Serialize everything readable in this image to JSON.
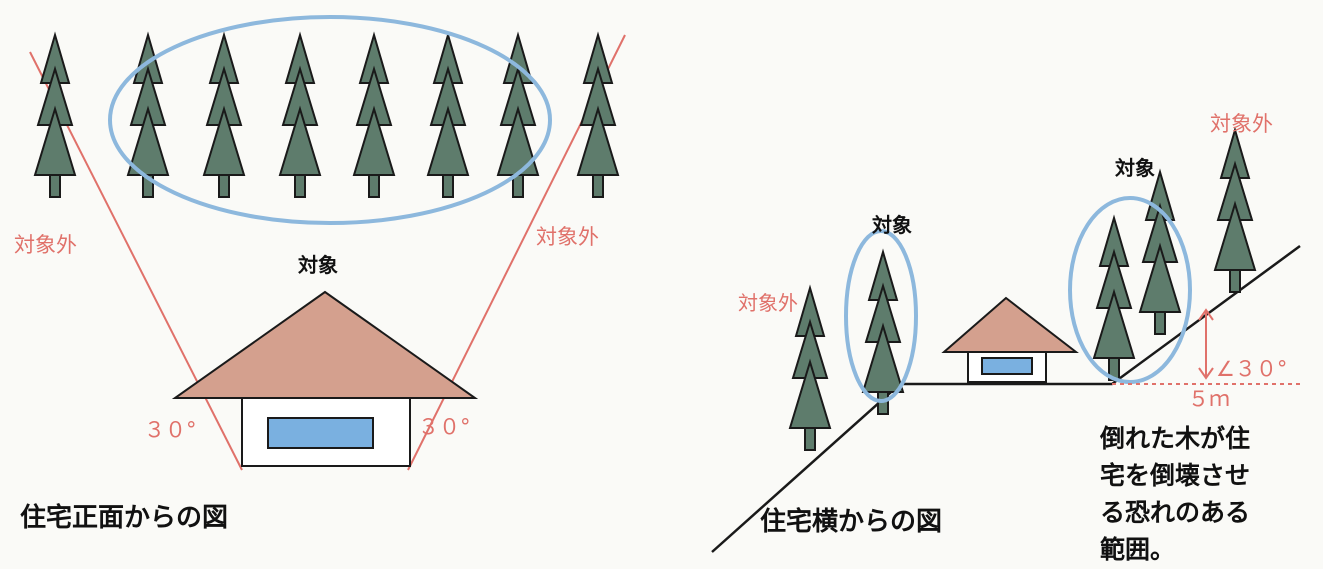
{
  "colors": {
    "tree": "#5e7c6c",
    "tree_outline": "#1a1a1a",
    "roof": "#d4a08e",
    "window": "#7ab0e0",
    "ellipse": "#8db8dd",
    "red_line": "#e0716a",
    "red_text": "#e0716a",
    "black_text": "#111111",
    "background": "#fafaf7"
  },
  "front_view": {
    "caption": "住宅正面からの図",
    "target_label": "対象",
    "outside_left": "対象外",
    "outside_right": "対象外",
    "angle_left": "３０°",
    "angle_right": "３０°"
  },
  "side_view": {
    "caption": "住宅横からの図",
    "target_label_left": "対象",
    "target_label_right": "対象",
    "outside_left": "対象外",
    "outside_right": "対象外",
    "angle": "∠３０°",
    "height": "５ｍ",
    "note_lines": [
      "倒れた木が住",
      "宅を倒壊させ",
      "る恐れのある",
      "範囲。"
    ]
  }
}
